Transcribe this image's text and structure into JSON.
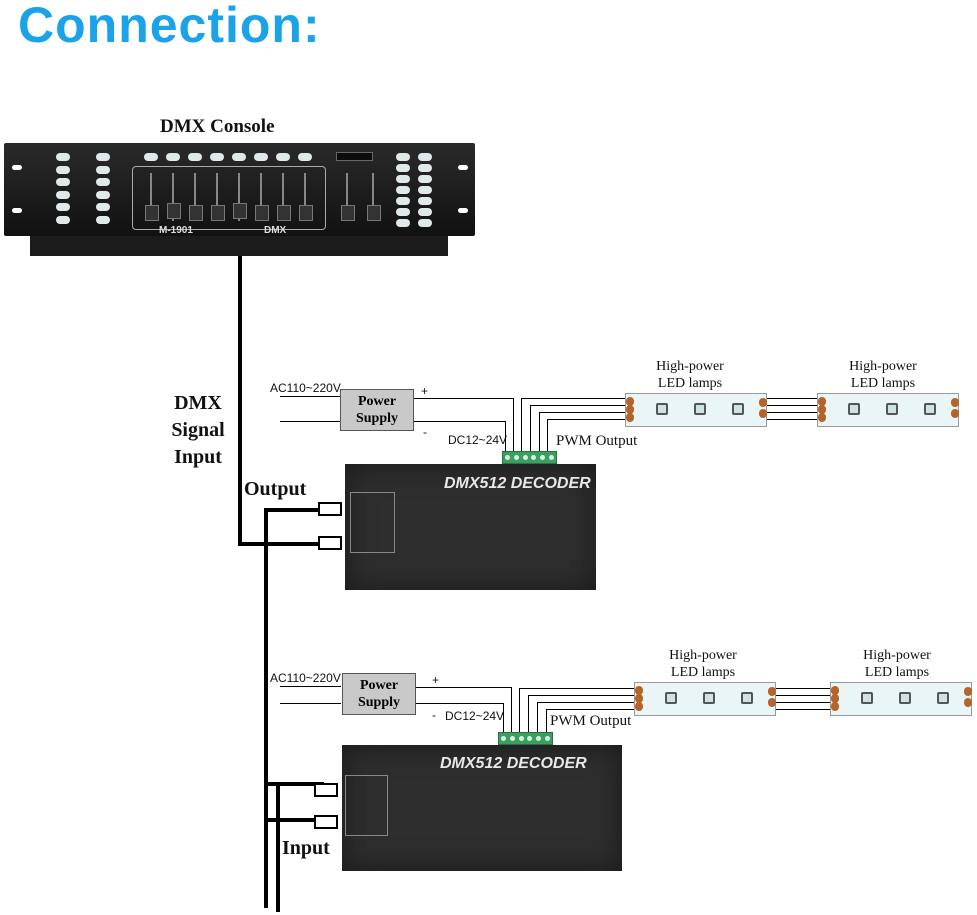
{
  "title": "Connection:",
  "colors": {
    "title": "#1aa3e8",
    "psu_fill": "#c9c9c9",
    "decoder_fill": "#2e2e2e",
    "terminal": "#3aa060",
    "strip_fill": "#e9f5f7",
    "pad": "#b5652a"
  },
  "console": {
    "label": "DMX Console",
    "model": "M-1901",
    "model_suffix": "DMX"
  },
  "signal_label": {
    "line1": "DMX",
    "line2": "Signal",
    "line3": "Input"
  },
  "units": [
    {
      "port_label": "Output",
      "power_supply": {
        "line1": "Power",
        "line2": "Supply",
        "ac_label": "AC110~220V",
        "plus": "+",
        "minus": "-",
        "dc_label": "DC12~24V"
      },
      "decoder_label": "DMX512 DECODER",
      "pwm_label": "PWM Output",
      "lamps": [
        {
          "line1": "High-power",
          "line2": "LED lamps"
        },
        {
          "line1": "High-power",
          "line2": "LED lamps"
        }
      ]
    },
    {
      "port_label": "Input",
      "power_supply": {
        "line1": "Power",
        "line2": "Supply",
        "ac_label": "AC110~220V",
        "plus": "+",
        "minus": "-",
        "dc_label": "DC12~24V"
      },
      "decoder_label": "DMX512 DECODER",
      "pwm_label": "PWM Output",
      "lamps": [
        {
          "line1": "High-power",
          "line2": "LED lamps"
        },
        {
          "line1": "High-power",
          "line2": "LED lamps"
        }
      ]
    }
  ]
}
